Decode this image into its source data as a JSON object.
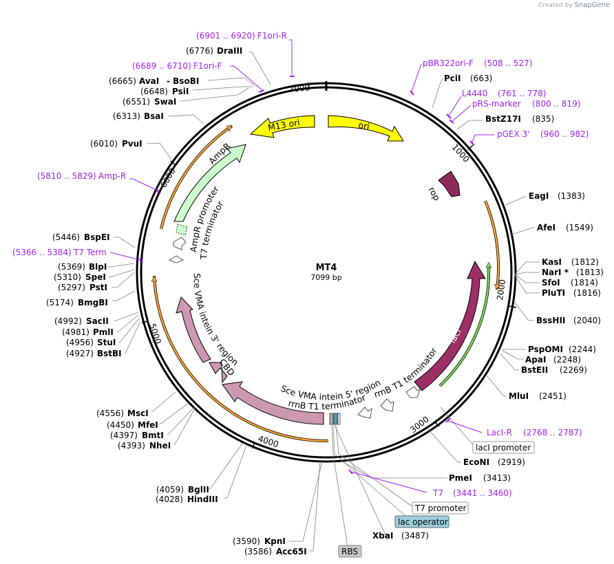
{
  "credit": {
    "prefix": "Created by",
    "brand": "SnapGene"
  },
  "plasmid": {
    "name": "MT4",
    "size": "7099 bp"
  },
  "colors": {
    "ori": "#ffff00",
    "rop": "#8e2a5a",
    "lacI": "#9e2f66",
    "cbd": "#cc99b0",
    "ampR": "#ccffcc",
    "orange": "#f7a437",
    "green": "#7ed957",
    "primer": "#a020f0",
    "ring": "#000000"
  },
  "ticks": [
    "1000",
    "2000",
    "3000",
    "4000",
    "5000",
    "6000",
    "7000"
  ],
  "features": {
    "m13ori": "M13 ori",
    "ori": "ori",
    "rop": "rop",
    "lacI": "lacI",
    "rrnb_right": "rrnB T1 terminator",
    "rrnb_bottom": "rrnB T1 terminator",
    "sce5": "Sce VMA intein 5' region",
    "sce3": "Sce VMA intein 3' region",
    "cbd": "CBD",
    "ampR": "AmpR",
    "ampR_promoter": "AmpR promoter",
    "t7_terminator": "T7 terminator"
  },
  "sites": [
    {
      "pos": "(6776)",
      "name": "DraIII"
    },
    {
      "pos": "(6665)",
      "name": "AvaI",
      "extra": "- BsoBI"
    },
    {
      "pos": "(6648)",
      "name": "PsiI"
    },
    {
      "pos": "(6551)",
      "name": "SwaI"
    },
    {
      "pos": "(6313)",
      "name": "BsaI"
    },
    {
      "pos": "(6010)",
      "name": "PvuI"
    },
    {
      "pos": "(5446)",
      "name": "BspEI"
    },
    {
      "pos": "(5369)",
      "name": "BlpI"
    },
    {
      "pos": "(5310)",
      "name": "SpeI"
    },
    {
      "pos": "(5297)",
      "name": "PstI"
    },
    {
      "pos": "(5174)",
      "name": "BmgBI"
    },
    {
      "pos": "(4992)",
      "name": "SacII"
    },
    {
      "pos": "(4981)",
      "name": "PmlI"
    },
    {
      "pos": "(4956)",
      "name": "StuI"
    },
    {
      "pos": "(4927)",
      "name": "BstBI"
    },
    {
      "pos": "(4556)",
      "name": "MscI"
    },
    {
      "pos": "(4450)",
      "name": "MfeI"
    },
    {
      "pos": "(4397)",
      "name": "BmtI"
    },
    {
      "pos": "(4393)",
      "name": "NheI"
    },
    {
      "pos": "(4059)",
      "name": "BglII"
    },
    {
      "pos": "(4028)",
      "name": "HindIII"
    },
    {
      "pos": "(3590)",
      "name": "KpnI"
    },
    {
      "pos": "(3586)",
      "name": "Acc65I"
    },
    {
      "pos": "(663)",
      "name": "PciI"
    },
    {
      "pos": "(835)",
      "name": "BstZ17I"
    },
    {
      "pos": "(1383)",
      "name": "EagI"
    },
    {
      "pos": "(1549)",
      "name": "AfeI"
    },
    {
      "pos": "(1812)",
      "name": "KasI"
    },
    {
      "pos": "(1813)",
      "name": "NarI *"
    },
    {
      "pos": "(1814)",
      "name": "SfoI"
    },
    {
      "pos": "(1816)",
      "name": "PluTI"
    },
    {
      "pos": "(2040)",
      "name": "BssHII"
    },
    {
      "pos": "(2244)",
      "name": "PspOMI"
    },
    {
      "pos": "(2248)",
      "name": "ApaI"
    },
    {
      "pos": "(2269)",
      "name": "BstEII"
    },
    {
      "pos": "(2451)",
      "name": "MluI"
    },
    {
      "pos": "(2919)",
      "name": "EcoNI"
    },
    {
      "pos": "(3413)",
      "name": "PmeI"
    },
    {
      "pos": "(3487)",
      "name": "XbaI"
    }
  ],
  "primers": [
    {
      "name": "F1ori-R",
      "range": "(6901 .. 6920)"
    },
    {
      "name": "F1ori-F",
      "range": "(6689 .. 6710)"
    },
    {
      "name": "Amp-R",
      "range": "(5810 .. 5829)"
    },
    {
      "name": "T7 Term",
      "range": "(5366 .. 5384)"
    },
    {
      "name": "pBR322ori-F",
      "range": "(508 .. 527)"
    },
    {
      "name": "L4440",
      "range": "(761 .. 778)"
    },
    {
      "name": "pRS-marker",
      "range": "(800 .. 819)"
    },
    {
      "name": "pGEX 3'",
      "range": "(960 .. 982)"
    },
    {
      "name": "LacI-R",
      "range": "(2768 .. 2787)"
    },
    {
      "name": "T7",
      "range": "(3441 .. 3460)"
    }
  ],
  "boxes": {
    "lacI_promoter": "lacI promoter",
    "t7_promoter": "T7 promoter",
    "lac_operator": "lac operator",
    "rbs": "RBS"
  }
}
